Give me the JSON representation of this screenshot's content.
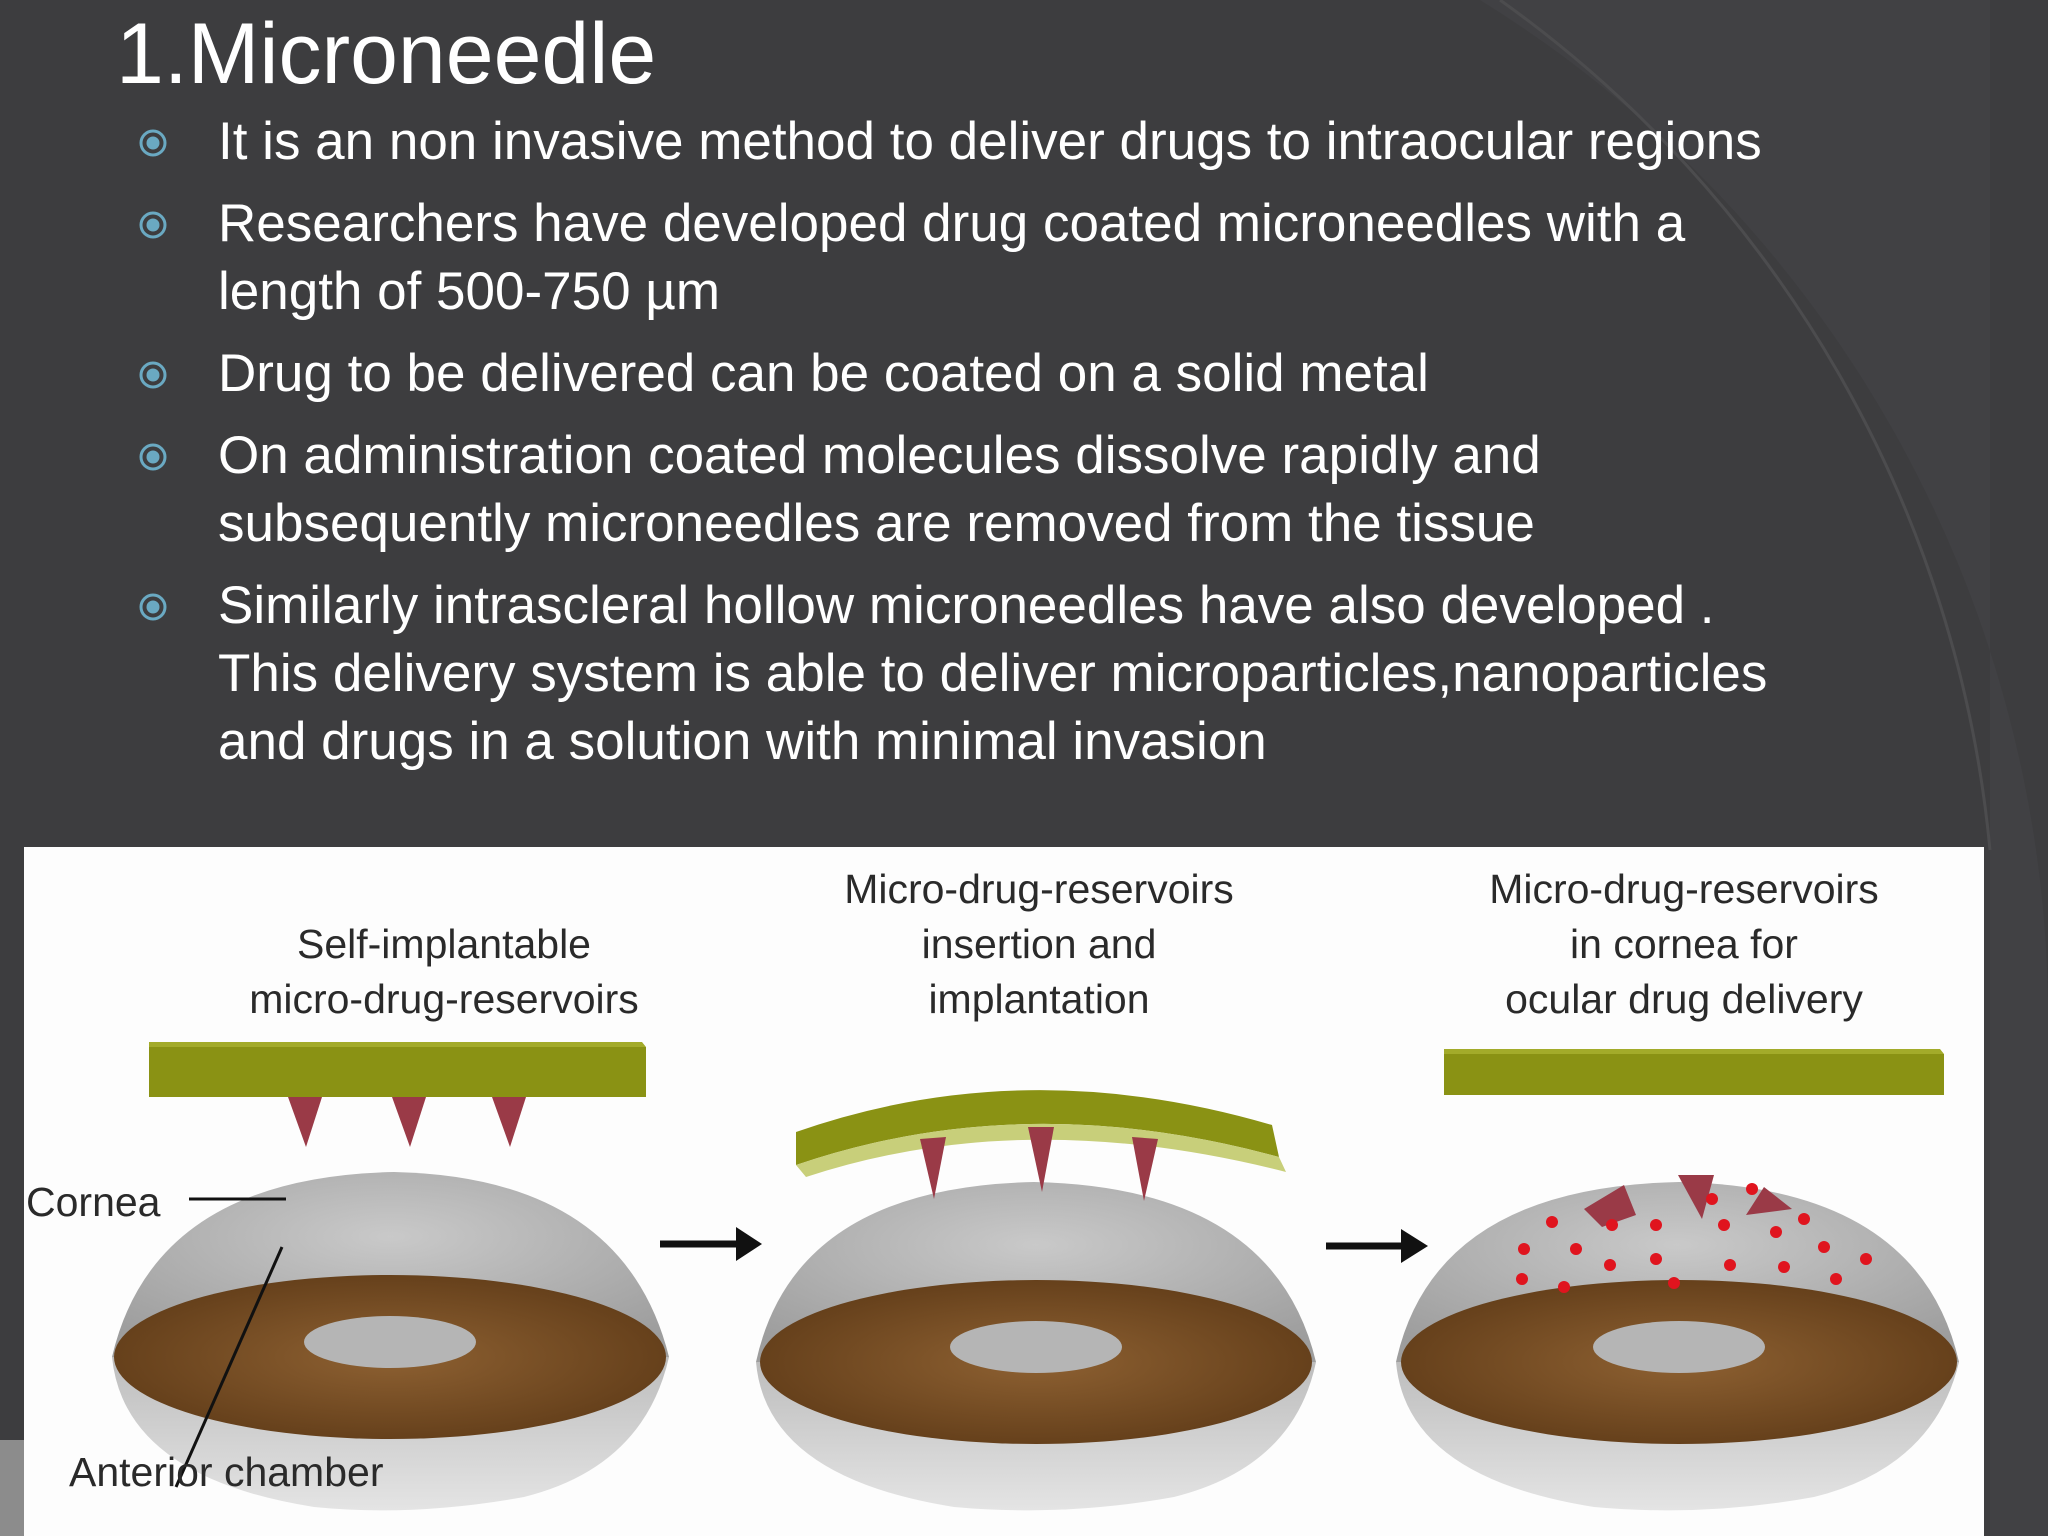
{
  "slide": {
    "title": "1.Microneedle",
    "bullets": [
      "It is an non invasive method to deliver drugs to intraocular regions",
      "Researchers have developed drug coated microneedles with a\nlength of 500-750 µm",
      "Drug to be delivered can be coated on a solid metal",
      "On administration coated molecules dissolve rapidly and\nsubsequently microneedles are removed from the tissue",
      "Similarly intrascleral hollow microneedles have also developed .\nThis delivery system is able to deliver microparticles,nanoparticles\nand drugs in a solution with minimal invasion"
    ]
  },
  "figure": {
    "captions": [
      "Self-implantable\nmicro-drug-reservoirs",
      "Micro-drug-reservoirs\ninsertion and\nimplantation",
      "Micro-drug-reservoirs\nin cornea for\nocular drug delivery"
    ],
    "labels": {
      "cornea": "Cornea",
      "anterior_chamber": "Anterior chamber"
    }
  },
  "colors": {
    "background": "#3d3d3f",
    "text": "#ffffff",
    "bullet": "#6aa9c2",
    "applicator": "#8a9214",
    "needle": "#9a3a47",
    "iris": "#7a4d22",
    "drug_particle": "#e0141e"
  }
}
